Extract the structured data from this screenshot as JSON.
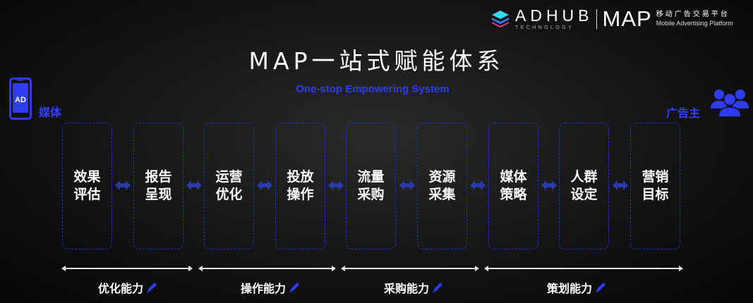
{
  "logo": {
    "adhub": "ADHUB",
    "adhub_sub": "TECHNOLOGY",
    "map": "MAP",
    "map_cn": "移动广告交易平台",
    "map_en": "Mobile Advertising Platform"
  },
  "title": "MAP一站式赋能体系",
  "subtitle": "One-stop Empowering System",
  "media": {
    "icon_text": "AD",
    "label": "媒体",
    "icon": "phone-ad-icon"
  },
  "advertiser": {
    "label": "广告主",
    "icon": "users-icon"
  },
  "steps": [
    "效果\n评估",
    "报告\n呈现",
    "运营\n优化",
    "投放\n操作",
    "流量\n采购",
    "资源\n采集",
    "媒体\n策略",
    "人群\n设定",
    "营销\n目标"
  ],
  "capabilities": [
    "优化能力",
    "操作能力",
    "采购能力",
    "策划能力"
  ],
  "colors": {
    "accent": "#2f3df0",
    "dash": "#2630b8",
    "background": "#111111"
  }
}
